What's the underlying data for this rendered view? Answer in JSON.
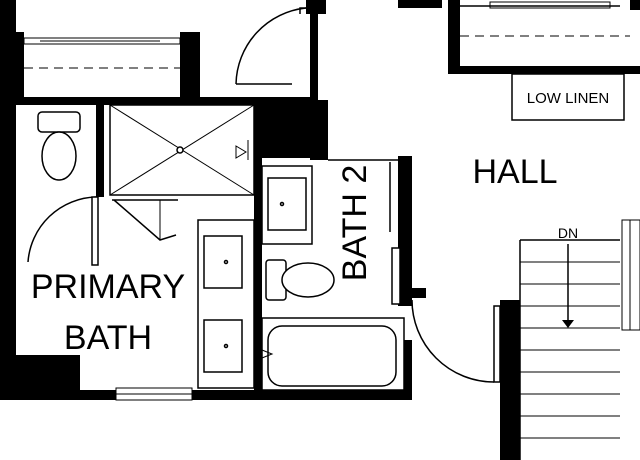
{
  "labels": {
    "hall": "HALL",
    "low_linen": "LOW LINEN",
    "dn": "DN",
    "bath2": "BATH 2",
    "primary_bath_line1": "PRIMARY",
    "primary_bath_line2": "BATH"
  },
  "colors": {
    "wall": "#000000",
    "background": "#ffffff"
  }
}
